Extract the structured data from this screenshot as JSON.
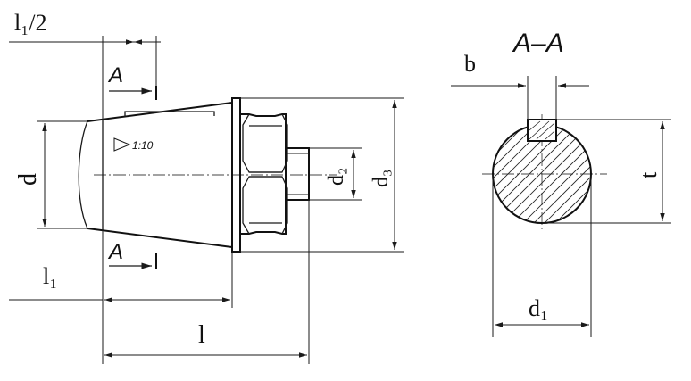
{
  "labels": {
    "half_l1": "l₁/2",
    "section_mark": "A",
    "section_title": "A–A",
    "d": "d",
    "d1": "d₁",
    "d2": "d₂",
    "d3": "d₃",
    "l1": "l₁",
    "l": "l",
    "b": "b",
    "t": "t",
    "taper": "1:10"
  },
  "colors": {
    "line": "#1a1a1a",
    "background": "#ffffff"
  }
}
